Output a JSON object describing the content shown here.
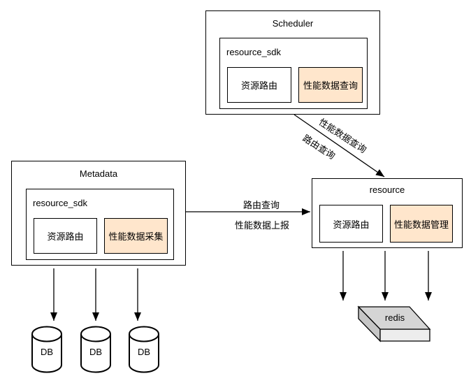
{
  "scheduler": {
    "title": "Scheduler",
    "sdk": "resource_sdk",
    "routing": "资源路由",
    "perf": "性能数据查询"
  },
  "metadata": {
    "title": "Metadata",
    "sdk": "resource_sdk",
    "routing": "资源路由",
    "perf": "性能数据采集"
  },
  "resource": {
    "title": "resource",
    "routing": "资源路由",
    "perf": "性能数据管理"
  },
  "edges": {
    "scheduler_resource": {
      "top": "性能数据查询",
      "bottom": "路由查询"
    },
    "metadata_resource": {
      "top": "路由查询",
      "bottom": "性能数据上报"
    }
  },
  "db": {
    "labels": [
      "DB",
      "DB",
      "DB"
    ]
  },
  "redis": {
    "label": "redis"
  },
  "colors": {
    "highlight": "#ffe6cc",
    "stroke": "#000000",
    "redis_top": "#d5d5d5",
    "redis_front": "#ededed",
    "redis_side": "#c6c6c6",
    "background": "#ffffff"
  }
}
